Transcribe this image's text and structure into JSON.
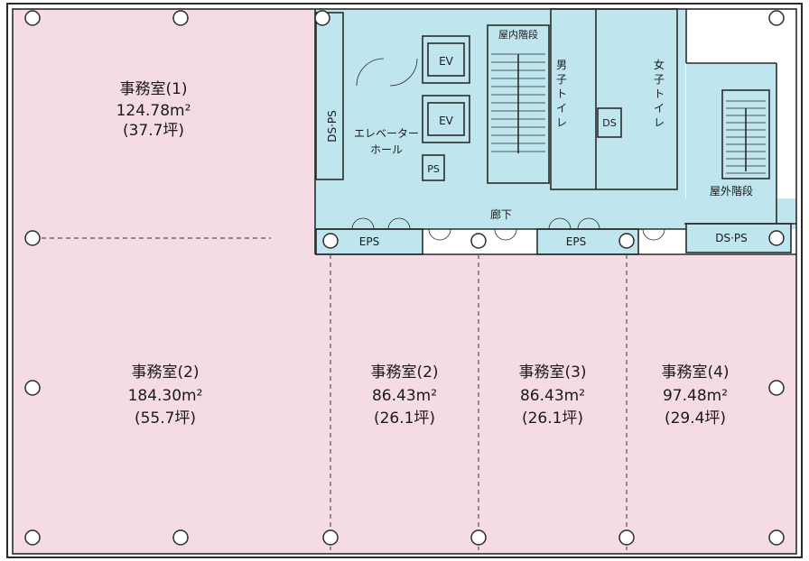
{
  "offices": [
    {
      "name": "事務室(1)",
      "area": "124.78m²",
      "tsubo": "(37.7坪)"
    },
    {
      "name": "事務室(2)",
      "area": "184.30m²",
      "tsubo": "(55.7坪)"
    },
    {
      "name": "事務室(2)",
      "area": "86.43m²",
      "tsubo": "(26.1坪)"
    },
    {
      "name": "事務室(3)",
      "area": "86.43m²",
      "tsubo": "(26.1坪)"
    },
    {
      "name": "事務室(4)",
      "area": "97.48m²",
      "tsubo": "(29.4坪)"
    }
  ],
  "labels": {
    "ds_ps_left": "DS·PS",
    "ds_ps_right": "DS·PS",
    "eps_left": "EPS",
    "eps_mid": "EPS",
    "ev1": "EV",
    "ev2": "EV",
    "elevator_hall_1": "エレベーター",
    "elevator_hall_2": "ホール",
    "ps": "PS",
    "indoor_stairs": "屋内階段",
    "mens_toilet": "男子トイレ",
    "womens_toilet": "女子トイレ",
    "ds": "DS",
    "outdoor_stairs": "屋外階段",
    "corridor": "廊下"
  },
  "colors": {
    "office": "#f5dbe3",
    "common": "#bfe6ee",
    "wall": "#2a2a2a"
  }
}
